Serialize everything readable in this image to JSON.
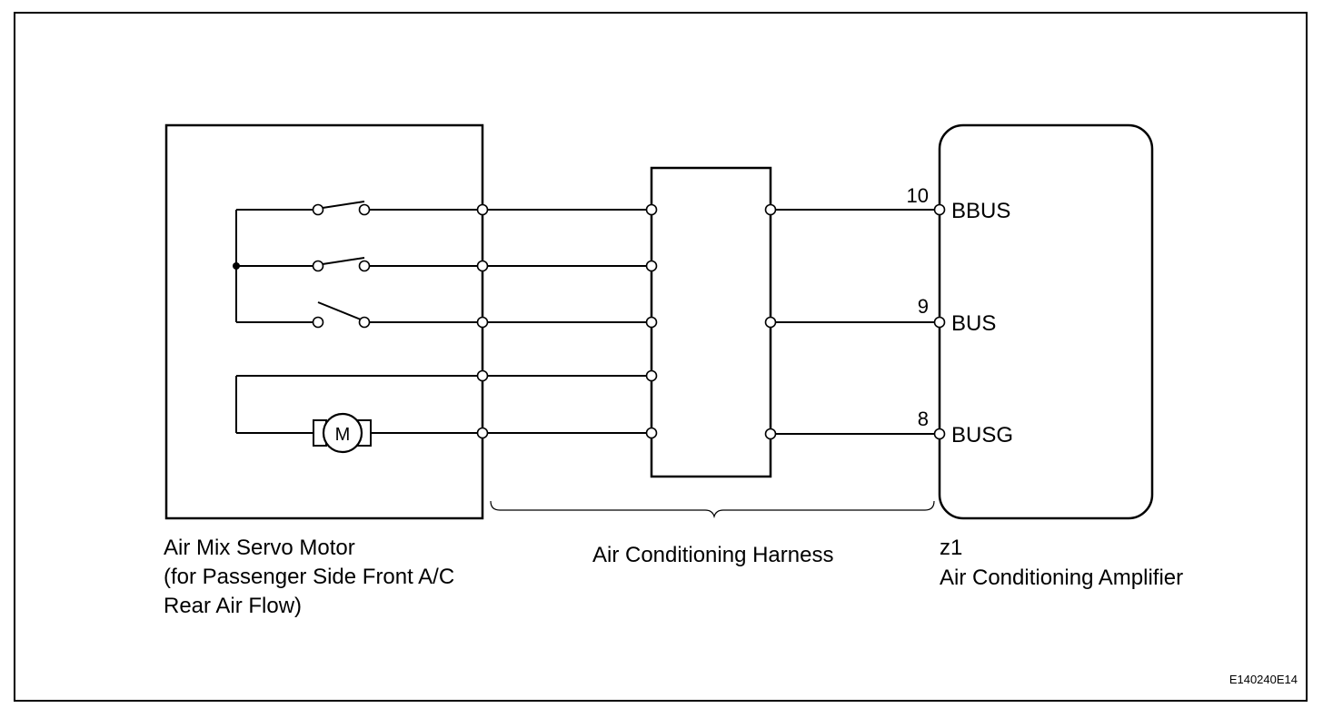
{
  "servo_motor": {
    "label_lines": [
      "Air Mix Servo Motor",
      "(for Passenger Side Front A/C",
      "Rear Air Flow)"
    ],
    "motor_symbol": "M"
  },
  "harness": {
    "label": "Air Conditioning Harness"
  },
  "amplifier": {
    "code": "z1",
    "label": "Air Conditioning Amplifier",
    "pins": [
      {
        "number": "10",
        "name": "BBUS"
      },
      {
        "number": "9",
        "name": "BUS"
      },
      {
        "number": "8",
        "name": "BUSG"
      }
    ]
  },
  "figure_ref": "E140240E14"
}
